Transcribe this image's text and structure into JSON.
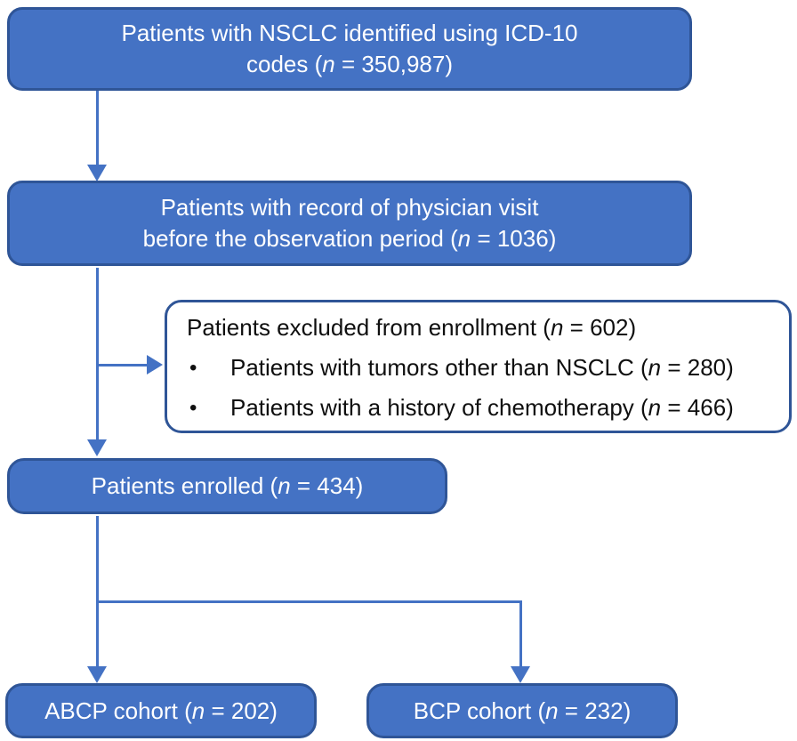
{
  "diagram": {
    "colors": {
      "node_fill": "#4472C4",
      "node_border": "#2F5597",
      "line": "#4472C4",
      "text_light": "#FFFFFF",
      "text_dark": "#0F0F0F"
    },
    "nodes": {
      "identified": {
        "lines": [
          "Patients with NSCLC identified using ICD-10",
          "codes (n = 350,987)"
        ]
      },
      "physician_visit": {
        "lines": [
          "Patients with record of physician visit",
          "before the observation period (n = 1036)"
        ]
      },
      "excluded": {
        "title": "Patients excluded from enrollment (n = 602)",
        "bullet_glyph": "•",
        "bullets": [
          "Patients with tumors other than NSCLC (n = 280)",
          "Patients with a history of chemotherapy (n = 466)"
        ]
      },
      "enrolled": {
        "label": "Patients enrolled (n = 434)"
      },
      "abcp": {
        "label": "ABCP cohort (n = 202)"
      },
      "bcp": {
        "label": "BCP cohort (n = 232)"
      }
    }
  }
}
